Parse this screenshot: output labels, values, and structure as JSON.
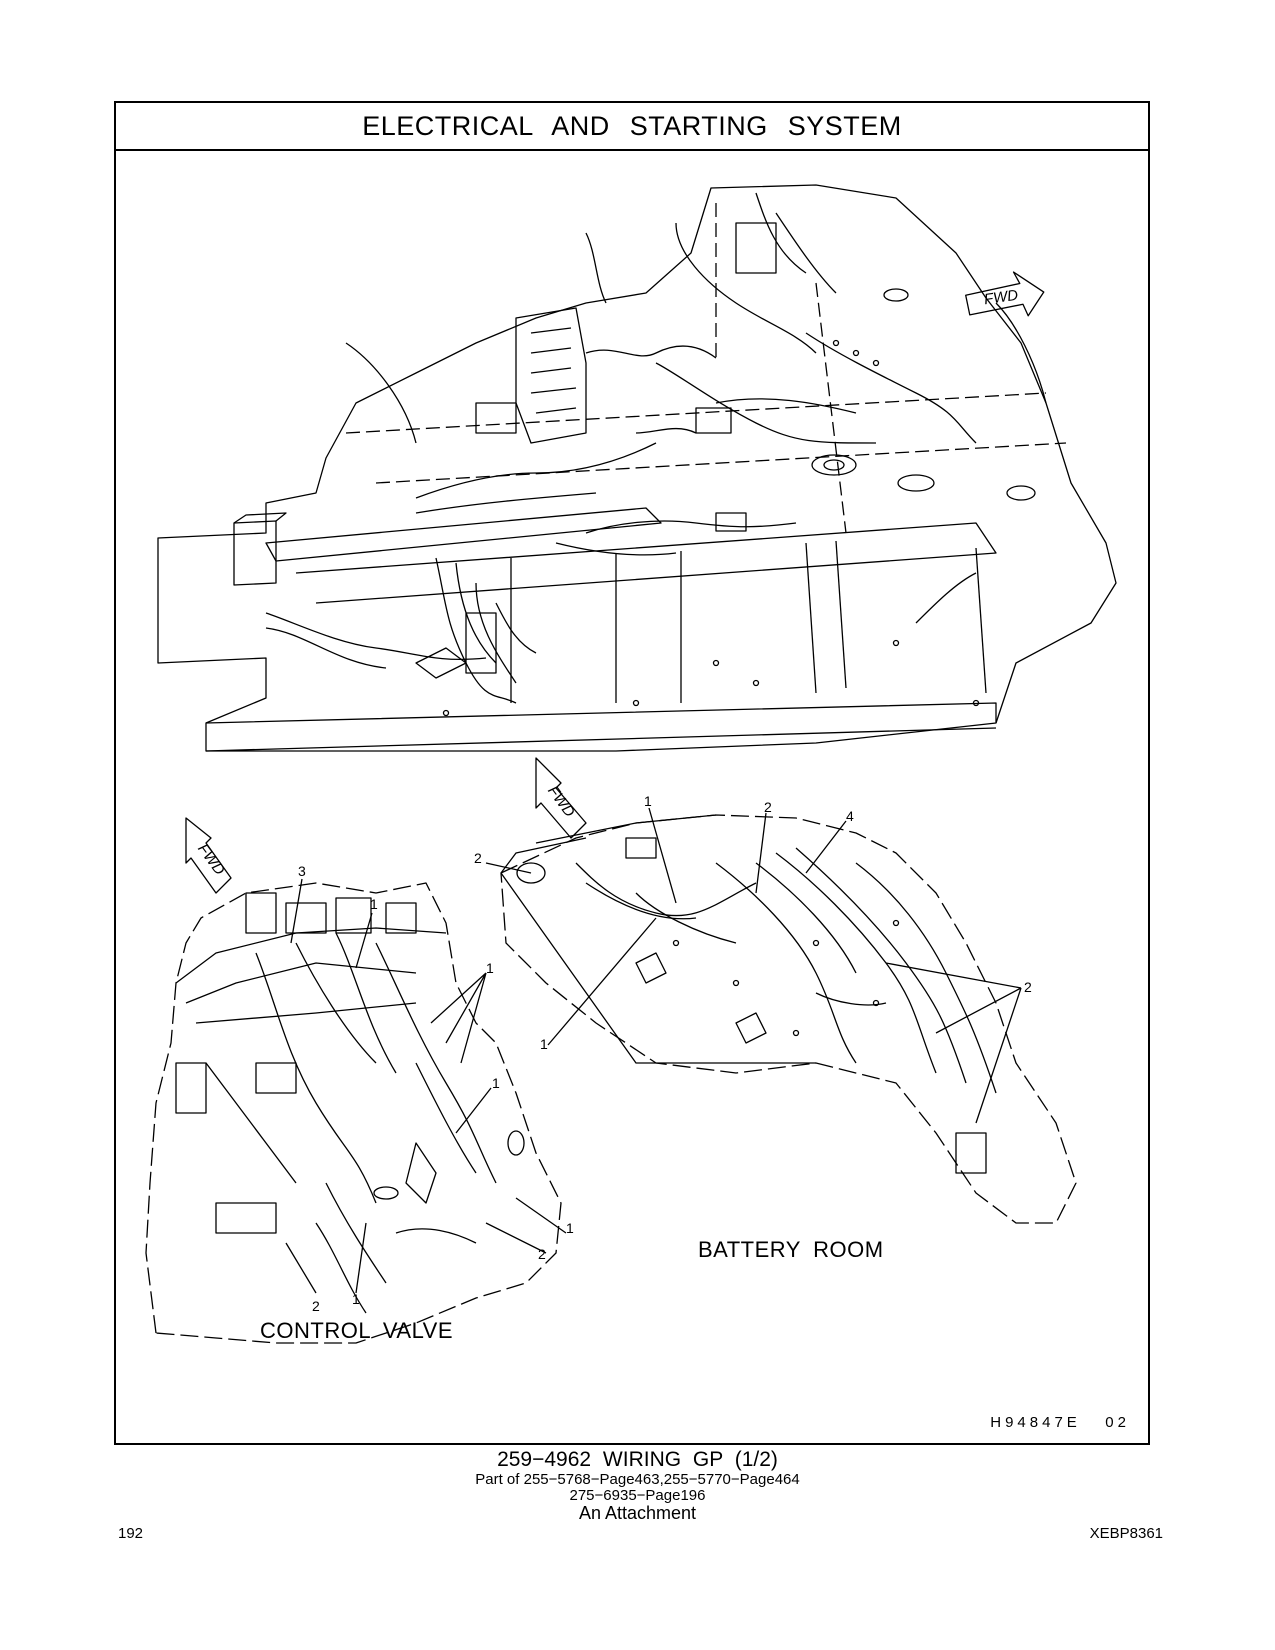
{
  "header": {
    "title": "ELECTRICAL AND STARTING SYSTEM"
  },
  "drawing": {
    "fwd_arrows": [
      "FWD",
      "FWD",
      "FWD"
    ],
    "views": {
      "control_valve": {
        "label": "CONTROL VALVE",
        "callouts": [
          "3",
          "1",
          "1",
          "1",
          "1",
          "2",
          "2",
          "1"
        ]
      },
      "battery_room": {
        "label": "BATTERY ROOM",
        "callouts": [
          "1",
          "2",
          "4",
          "2",
          "1",
          "2"
        ]
      }
    },
    "reference_code": "H94847E   02"
  },
  "caption": {
    "main": "259−4962  WIRING GP (1/2)",
    "line2": "Part of 255−5768−Page463,255−5770−Page464",
    "line3": "275−6935−Page196",
    "line4": "An Attachment"
  },
  "footer": {
    "page_number": "192",
    "doc_id": "XEBP8361"
  }
}
